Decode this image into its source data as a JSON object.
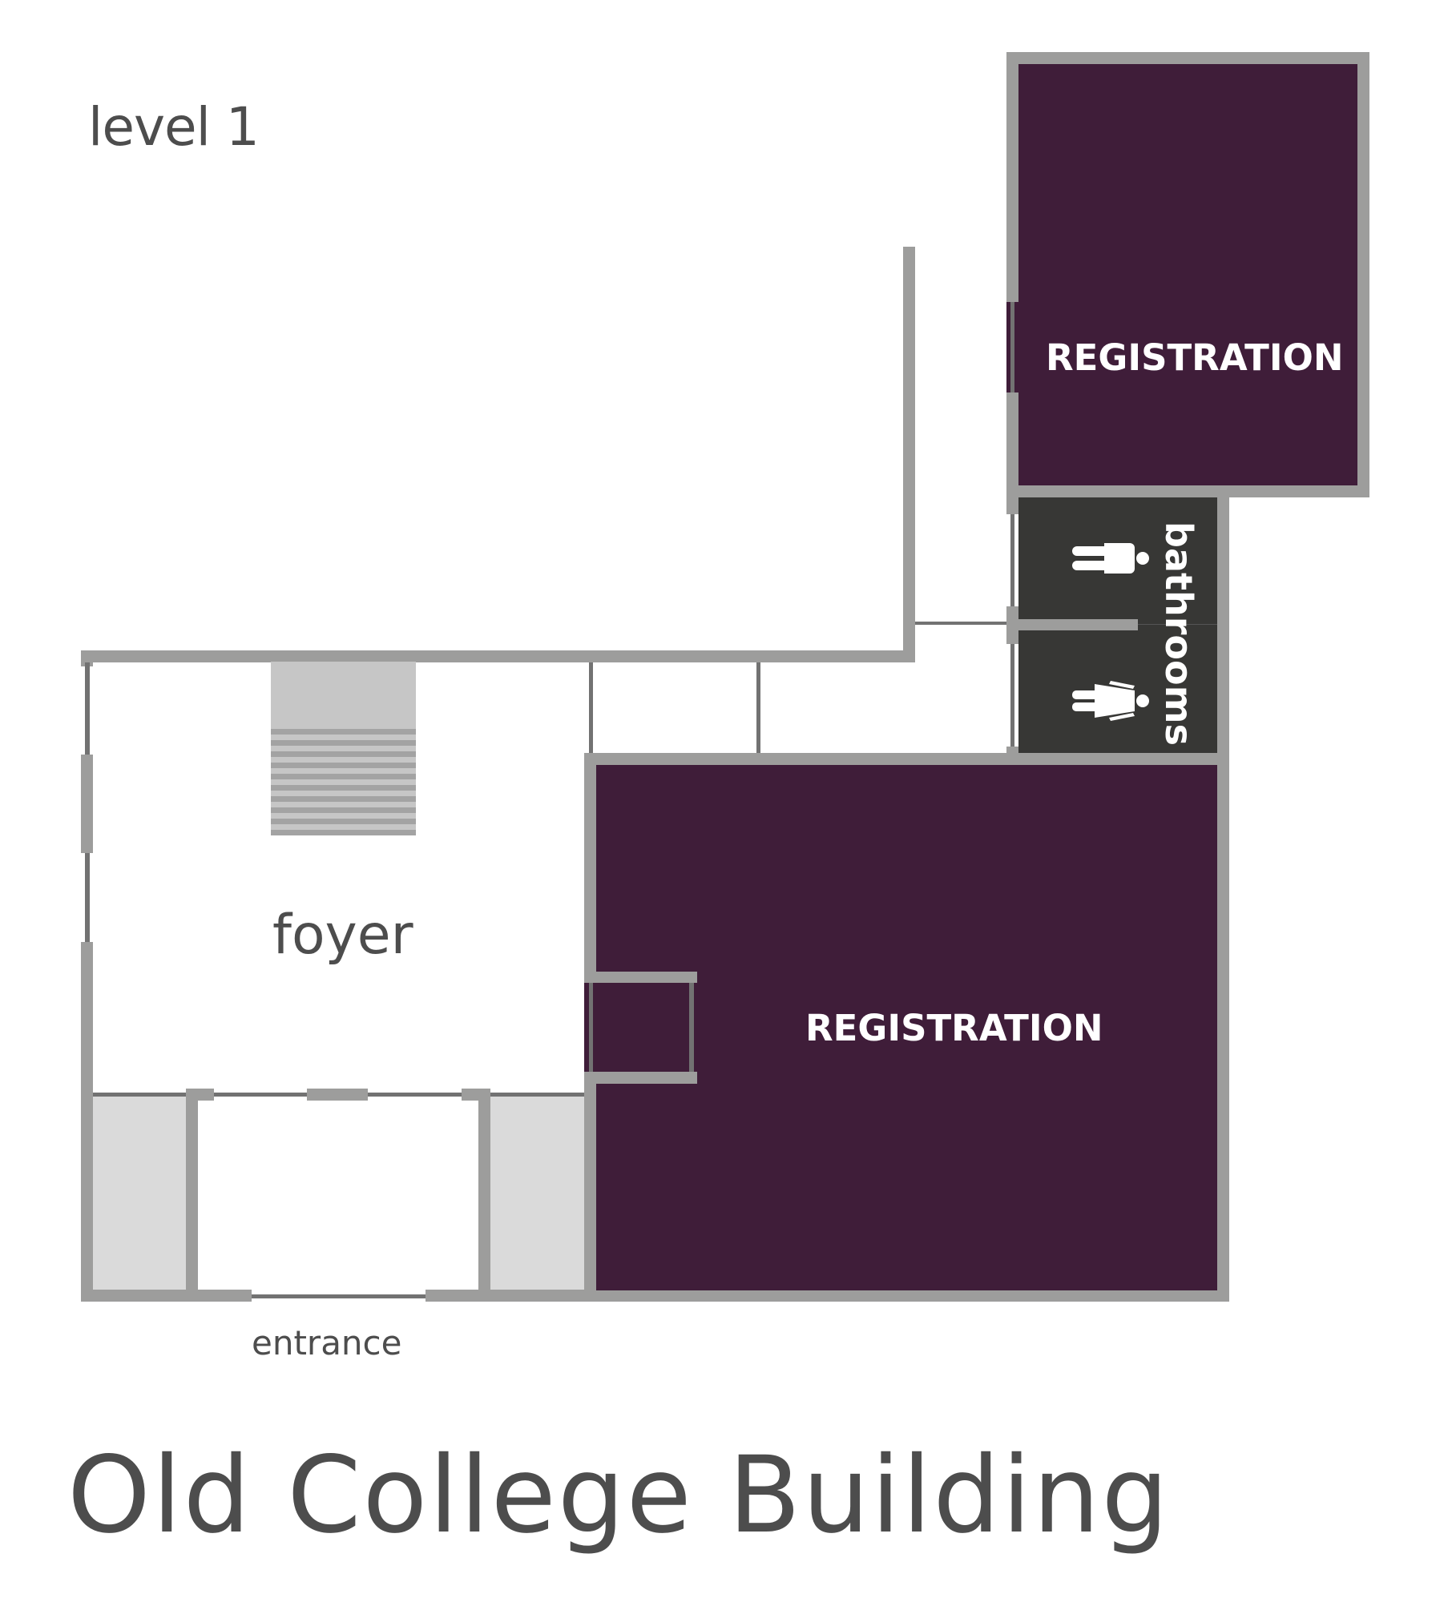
{
  "floor_label": "level 1",
  "building_title": "Old College Building",
  "rooms": {
    "registration_top": {
      "label": "REGISTRATION",
      "color": "#3f1d39"
    },
    "registration_main": {
      "label": "REGISTRATION",
      "color": "#3f1d39"
    },
    "bathrooms": {
      "label": "bathrooms",
      "color": "#373735",
      "icons": [
        "men-restroom-icon",
        "women-restroom-icon"
      ]
    },
    "foyer": {
      "label": "foyer"
    },
    "stairs": {
      "icon": "stairs-icon"
    }
  },
  "entrance_label": "entrance",
  "colors": {
    "wall": "#9d9d9c",
    "thin_wall": "#727272",
    "vestibule": "#dadada",
    "stairs": "#c6c6c6",
    "text": "#4d4d4d"
  }
}
